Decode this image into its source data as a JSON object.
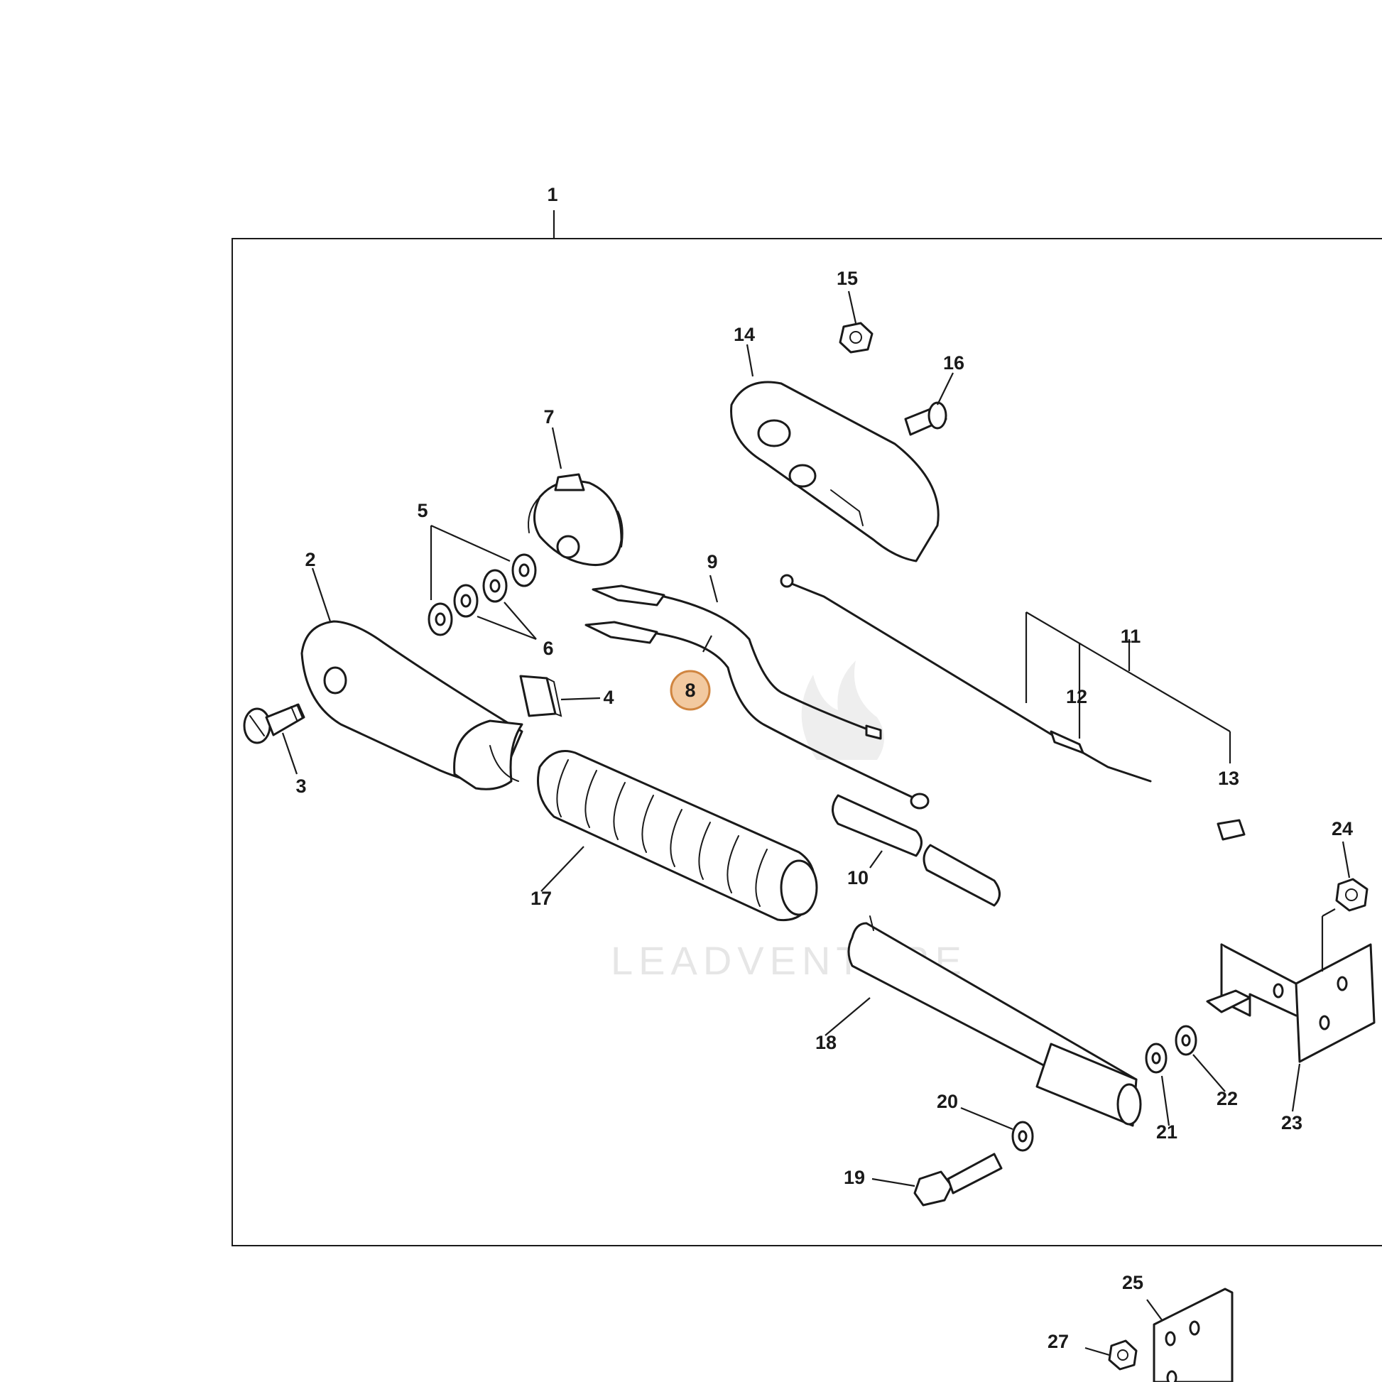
{
  "watermark": {
    "text": "LEADVENTURE"
  },
  "highlight": {
    "fill": "#f2c9a0",
    "stroke": "#d08540",
    "label": "8"
  },
  "callouts": {
    "c1": "1",
    "c2": "2",
    "c3": "3",
    "c4": "4",
    "c5": "5",
    "c6": "6",
    "c7": "7",
    "c9": "9",
    "c10": "10",
    "c11": "11",
    "c12": "12",
    "c13": "13",
    "c14": "14",
    "c15": "15",
    "c16": "16",
    "c17": "17",
    "c18": "18",
    "c19": "19",
    "c20": "20",
    "c21": "21",
    "c22": "22",
    "c23": "23",
    "c24": "24",
    "c25": "25",
    "c27": "27"
  }
}
